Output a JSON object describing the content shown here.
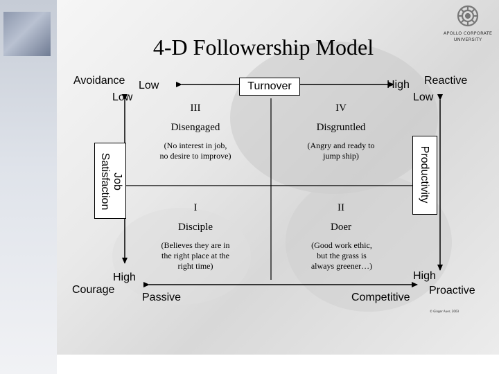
{
  "title": "4-D Followership Model",
  "logo": {
    "line1": "APOLLO CORPORATE",
    "line2": "UNIVERSITY"
  },
  "axes": {
    "top_left": "Avoidance",
    "top_left_low": "Low",
    "top_left_low2": "Low",
    "top_center": "Turnover",
    "top_right_high": "High",
    "top_right": "Reactive",
    "top_right_low": "Low",
    "left_vertical": [
      "Job",
      "Satisfaction"
    ],
    "right_vertical": "Productivity",
    "bottom_left_high": "High",
    "bottom_left": "Courage",
    "bottom_center_left": "Passive",
    "bottom_center_right": "Competitive",
    "bottom_right_high": "High",
    "bottom_right": "Proactive"
  },
  "quadrants": {
    "q3": {
      "roman": "III",
      "name": "Disengaged",
      "desc": "(No interest in job, no desire to improve)"
    },
    "q4": {
      "roman": "IV",
      "name": "Disgruntled",
      "desc": "(Angry and ready to jump ship)"
    },
    "q1": {
      "roman": "I",
      "name": "Disciple",
      "desc": "(Believes they are in the right place at the right time)"
    },
    "q2": {
      "roman": "II",
      "name": "Doer",
      "desc": "(Good work ethic, but the grass is always greener…)"
    }
  },
  "copyright": "© Ginger Auer, 2003"
}
